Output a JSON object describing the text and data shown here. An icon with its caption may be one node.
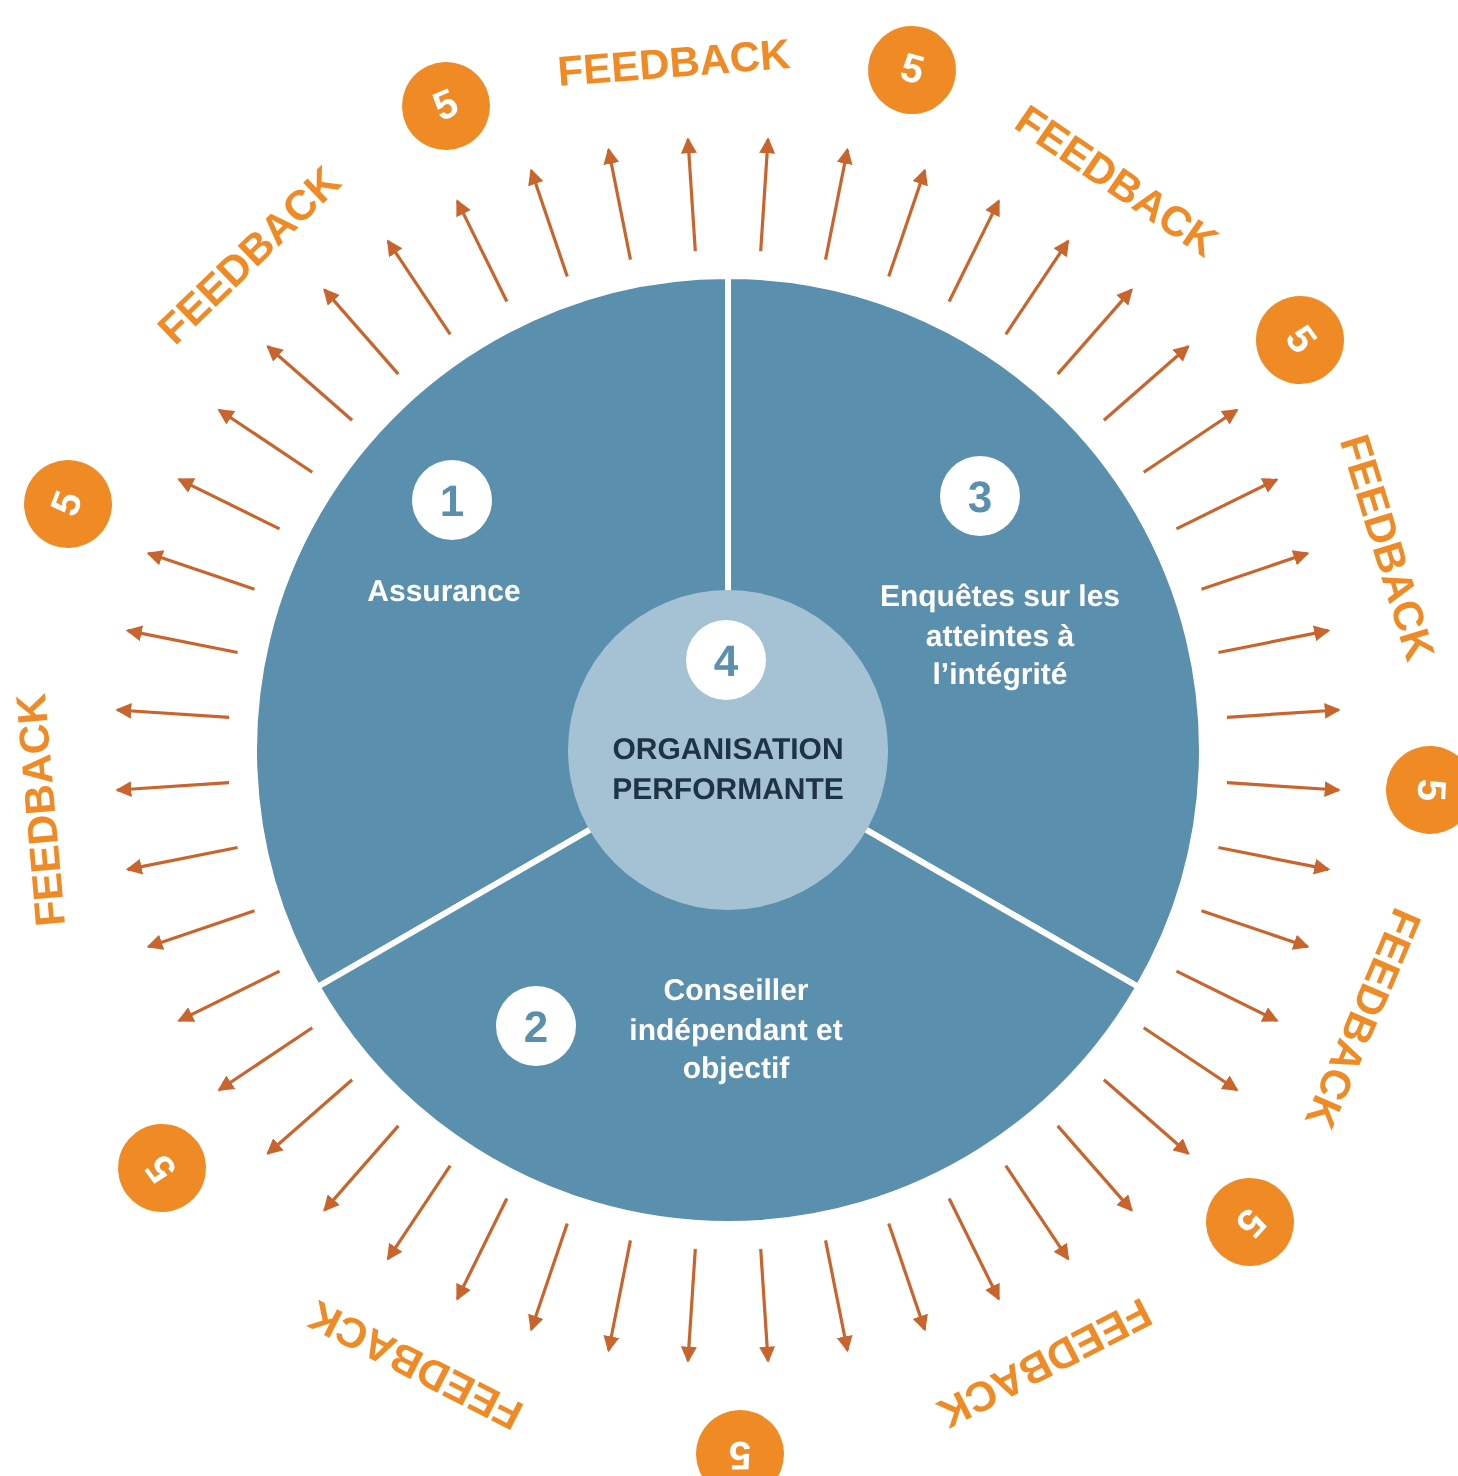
{
  "diagram": {
    "nodes": [
      {
        "text": [
          "1",
          "Assurance"
        ]
      },
      {
        "text": [
          "3",
          "Enquêtes sur les atteintes à l’intégrité"
        ]
      },
      {
        "text": [
          "2",
          "Conseiller indépendant et objectif"
        ]
      },
      {
        "text": [
          "4",
          "ORGANISATION PERFORMANTE"
        ]
      },
      {
        "text": [
          "5"
        ]
      },
      {
        "text": [
          "5"
        ]
      },
      {
        "text": [
          "5"
        ]
      },
      {
        "text": [
          "5"
        ]
      },
      {
        "text": [
          "5"
        ]
      },
      {
        "text": [
          "5"
        ]
      },
      {
        "text": [
          "5"
        ]
      },
      {
        "text": [
          "5"
        ]
      }
    ],
    "labels": [
      "FEEDBACK",
      "FEEDBACK",
      "FEEDBACK",
      "FEEDBACK",
      "FEEDBACK",
      "FEEDBACK",
      "FEEDBACK",
      "FEEDBACK"
    ]
  }
}
